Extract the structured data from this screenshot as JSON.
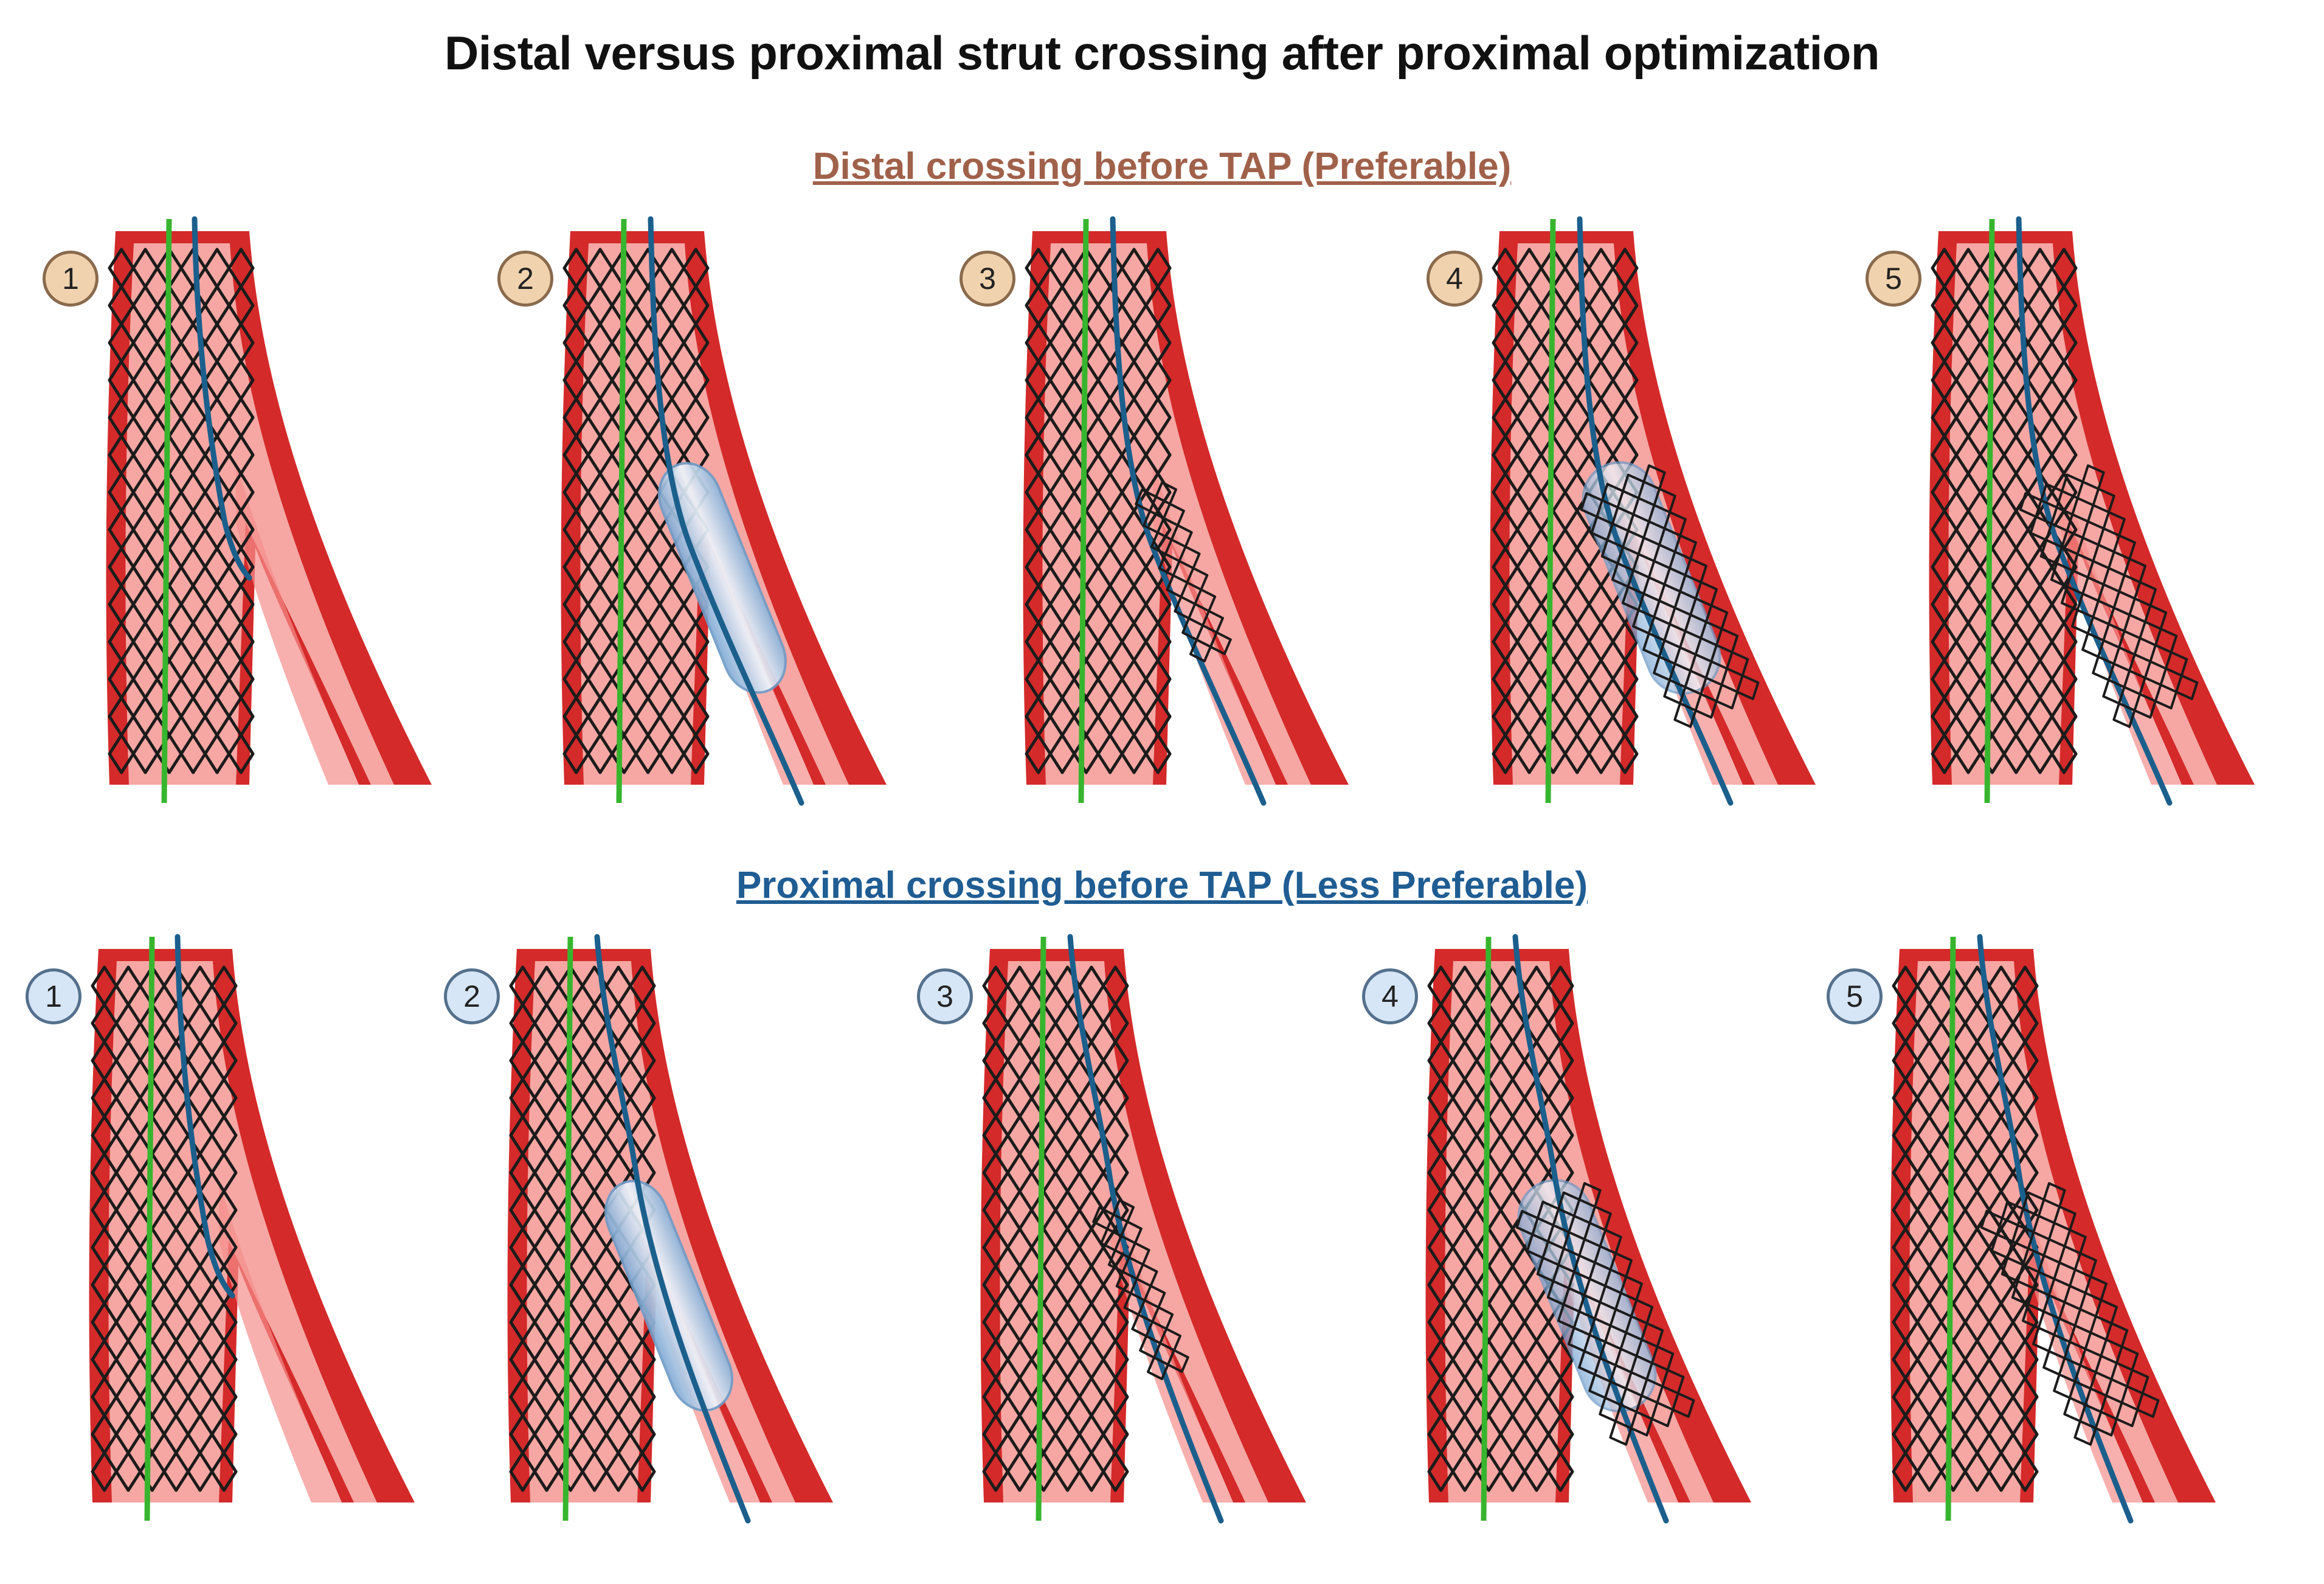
{
  "title": "Distal versus proximal strut crossing after proximal optimization",
  "rows": [
    {
      "heading": "Distal crossing before TAP (Preferable)",
      "heading_color": "#a0614a",
      "badge_style": "tan",
      "steps": [
        {
          "number": "1",
          "wire": "proximal-end",
          "balloon": false,
          "side_stent": "none"
        },
        {
          "number": "2",
          "wire": "through-distal",
          "balloon": true,
          "side_stent": "none"
        },
        {
          "number": "3",
          "wire": "through-distal",
          "balloon": false,
          "side_stent": "opened-struts"
        },
        {
          "number": "4",
          "wire": "through-distal",
          "balloon": true,
          "side_stent": "deployed-with-balloon"
        },
        {
          "number": "5",
          "wire": "through-distal",
          "balloon": false,
          "side_stent": "deployed"
        }
      ]
    },
    {
      "heading": "Proximal crossing before TAP (Less Preferable)",
      "heading_color": "#1f5d92",
      "badge_style": "blue",
      "steps": [
        {
          "number": "1",
          "wire": "proximal-end",
          "balloon": false,
          "side_stent": "none"
        },
        {
          "number": "2",
          "wire": "through-proximal",
          "balloon": true,
          "side_stent": "none"
        },
        {
          "number": "3",
          "wire": "through-proximal",
          "balloon": false,
          "side_stent": "opened-struts"
        },
        {
          "number": "4",
          "wire": "through-proximal",
          "balloon": true,
          "side_stent": "deployed-with-balloon"
        },
        {
          "number": "5",
          "wire": "through-proximal",
          "balloon": false,
          "side_stent": "deployed"
        }
      ]
    }
  ],
  "colors": {
    "vessel_wall": "#d42a2a",
    "vessel_lumen": "#f6a7a3",
    "main_wire": "#37b52e",
    "side_wire": "#1b5f8c",
    "balloon": "#a9cbe8",
    "stent_struts": "#1b1b1b"
  },
  "icons": [
    "vessel-bifurcation",
    "stent-mesh",
    "guidewire",
    "balloon-catheter"
  ]
}
